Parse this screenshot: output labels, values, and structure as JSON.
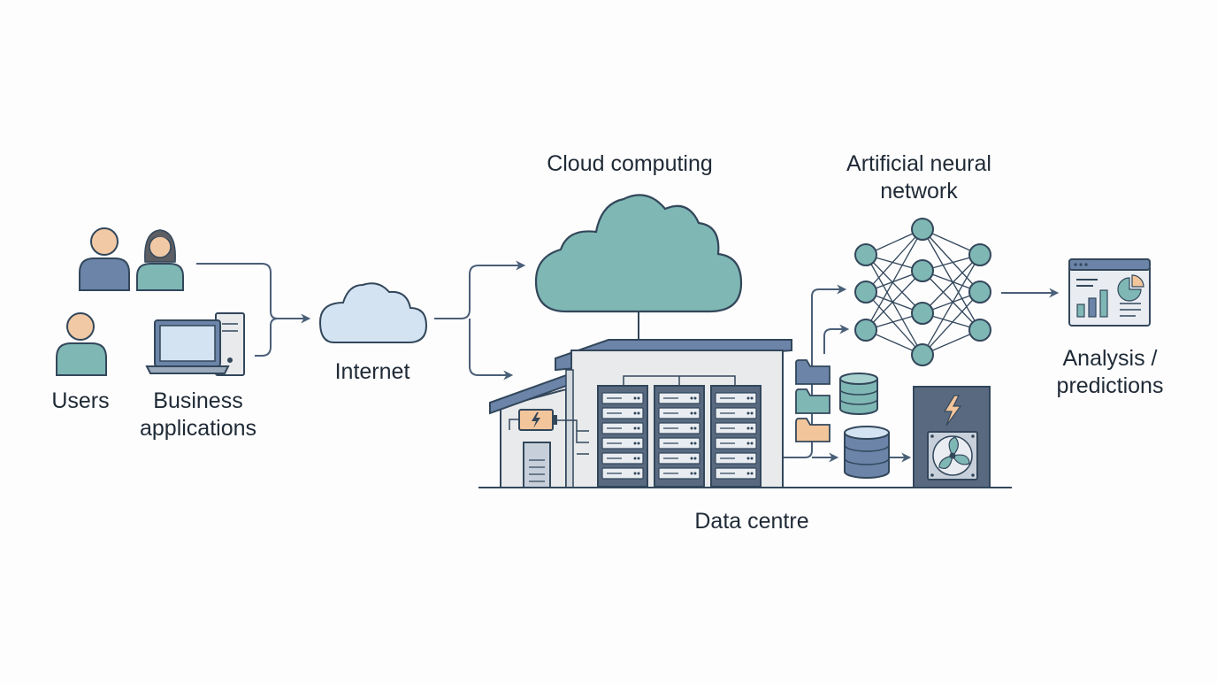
{
  "diagram": {
    "labels": {
      "users": "Users",
      "business_applications": [
        "Business",
        "applications"
      ],
      "internet": "Internet",
      "cloud_computing": "Cloud computing",
      "neural_network": [
        "Artificial neural",
        "network"
      ],
      "analysis": [
        "Analysis /",
        "predictions"
      ],
      "data_centre": "Data centre"
    },
    "colors": {
      "outline": "#33475b",
      "slate_blue": "#6b84a8",
      "teal": "#7fb7b4",
      "light_blue": "#d3e3f2",
      "peach": "#f3c59b",
      "skin": "#f1c9a5",
      "building_gray": "#e8eaec",
      "server_dark": "#596a80"
    }
  }
}
